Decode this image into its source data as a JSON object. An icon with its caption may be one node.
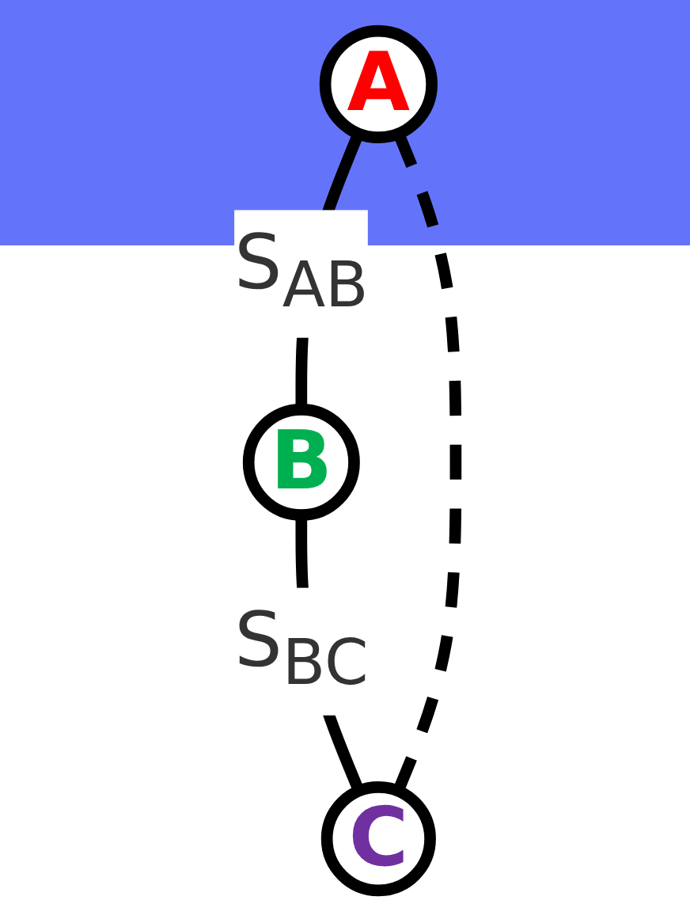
{
  "diagram": {
    "nodes": [
      {
        "text": [
          "A"
        ]
      },
      {
        "text": [
          "B"
        ]
      },
      {
        "text": [
          "C"
        ]
      }
    ],
    "edges": [
      {
        "from": 0,
        "to": 1,
        "arrow": "none",
        "label": "S$_{AB}$"
      },
      {
        "from": 1,
        "to": 2,
        "arrow": "none",
        "label": "S$_{BC}$"
      },
      {
        "from": 0,
        "to": 2,
        "arrow": "none",
        "style": "dashed"
      }
    ]
  }
}
